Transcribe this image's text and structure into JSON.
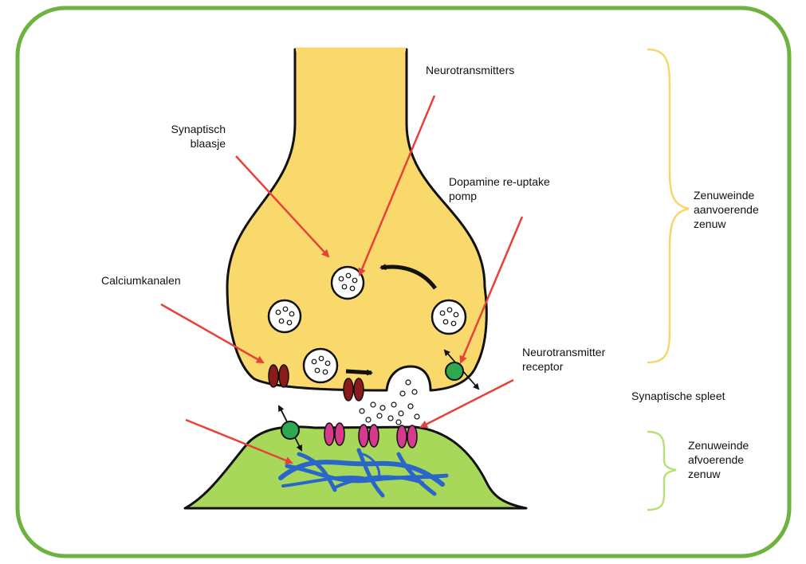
{
  "labels": {
    "neurotransmitters": "Neurotransmitters",
    "synaptic_vesicle_line1": "Synaptisch",
    "synaptic_vesicle_line2": "blaasje",
    "reuptake_line1": "Dopamine re-uptake",
    "reuptake_line2": "pomp",
    "calcium_channels": "Calciumkanalen",
    "receptor_line1": "Neurotransmitter",
    "receptor_line2": "receptor",
    "synaptic_cleft": "Synaptische spleet",
    "afferent_line1": "Zenuweinde",
    "afferent_line2": "aanvoerende",
    "afferent_line3": "zenuw",
    "efferent_line1": "Zenuweinde",
    "efferent_line2": "afvoerende",
    "efferent_line3": "zenuw"
  },
  "colors": {
    "frame": "#6db33f",
    "presynaptic": "#f9d96b",
    "postsynaptic": "#a8d85a",
    "arrow": "#e8413a",
    "calcium_channel": "#8b1a1a",
    "receptor": "#d63a8c",
    "pump": "#2fa84f",
    "fibers": "#2a66c9",
    "brace_top": "#f6d86a",
    "brace_bottom": "#b8e07a"
  }
}
